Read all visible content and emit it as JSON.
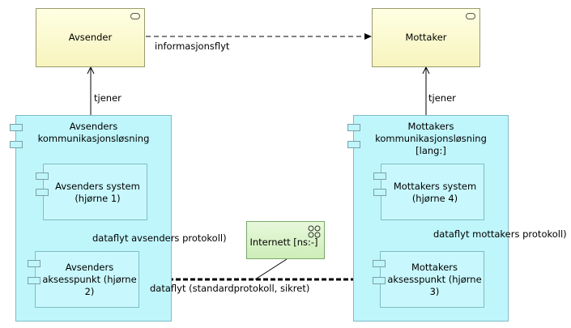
{
  "nodes": {
    "sender": "Avsender",
    "receiver": "Mottaker",
    "sender_solution": "Avsenders\nkommunikasjonsløsning",
    "receiver_solution": "Mottakers\nkommunikasjonsløsning [lang:]",
    "sender_system": "Avsenders system\n(hjørne 1)",
    "receiver_system": "Mottakers system\n(hjørne 4)",
    "sender_access": "Avsenders\naksesspunkt  (hjørne\n2)",
    "receiver_access": "Mottakers\naksesspunkt (hjørne\n3)",
    "internet": "Internett [ns:-]"
  },
  "edges": {
    "information_flow": "informasjonsflyt",
    "serves_left": "tjener",
    "serves_right": "tjener",
    "sender_protocol_flow": "dataflyt avsenders protokoll)",
    "receiver_protocol_flow": "dataflyt mottakers protokoll)",
    "standard_flow": "dataflyt (standardprotokoll, sikret)"
  },
  "colors": {
    "role_fill": "#fbf8c8",
    "component_fill": "#bff6fc",
    "technology_fill": "#d9f2c9",
    "edge": "#000000"
  },
  "icons": {
    "role": "role-icon",
    "component": "component-icon",
    "network": "network-icon"
  }
}
